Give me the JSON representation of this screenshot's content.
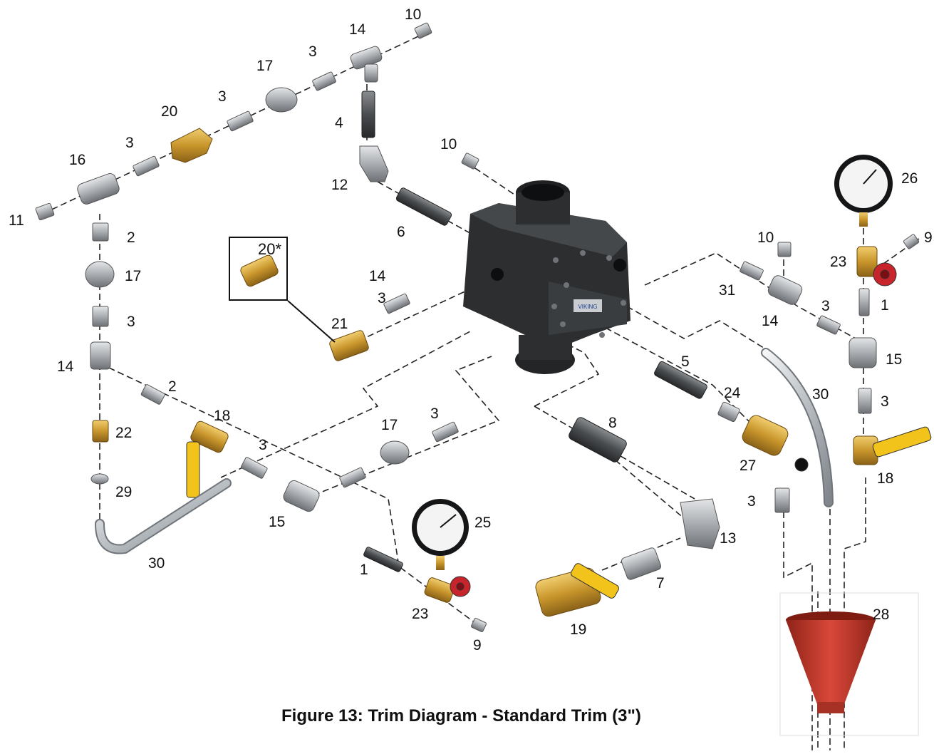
{
  "caption": "Figure 13: Trim Diagram - Standard Trim (3\")",
  "inset_label": "20*",
  "nameplate_text": "VIKING",
  "part_labels": [
    {
      "id": "p10a",
      "text": "10"
    },
    {
      "id": "p14a",
      "text": "14"
    },
    {
      "id": "p3a",
      "text": "3"
    },
    {
      "id": "p17a",
      "text": "17"
    },
    {
      "id": "p3b",
      "text": "3"
    },
    {
      "id": "p20",
      "text": "20"
    },
    {
      "id": "p3c",
      "text": "3"
    },
    {
      "id": "p16",
      "text": "16"
    },
    {
      "id": "p4",
      "text": "4"
    },
    {
      "id": "p10b",
      "text": "10"
    },
    {
      "id": "p12",
      "text": "12"
    },
    {
      "id": "p11",
      "text": "11"
    },
    {
      "id": "p2a",
      "text": "2"
    },
    {
      "id": "p6",
      "text": "6"
    },
    {
      "id": "p17b",
      "text": "17"
    },
    {
      "id": "p14b",
      "text": "14"
    },
    {
      "id": "p3d",
      "text": "3"
    },
    {
      "id": "p3e",
      "text": "3"
    },
    {
      "id": "p21",
      "text": "21"
    },
    {
      "id": "p14c",
      "text": "14"
    },
    {
      "id": "p2b",
      "text": "2"
    },
    {
      "id": "p18a",
      "text": "18"
    },
    {
      "id": "p22",
      "text": "22"
    },
    {
      "id": "p3f",
      "text": "3"
    },
    {
      "id": "p17c",
      "text": "17"
    },
    {
      "id": "p3g",
      "text": "3"
    },
    {
      "id": "p29",
      "text": "29"
    },
    {
      "id": "p15a",
      "text": "15"
    },
    {
      "id": "p30a",
      "text": "30"
    },
    {
      "id": "p1a",
      "text": "1"
    },
    {
      "id": "p25",
      "text": "25"
    },
    {
      "id": "p23a",
      "text": "23"
    },
    {
      "id": "p9a",
      "text": "9"
    },
    {
      "id": "p8",
      "text": "8"
    },
    {
      "id": "p13",
      "text": "13"
    },
    {
      "id": "p7",
      "text": "7"
    },
    {
      "id": "p19",
      "text": "19"
    },
    {
      "id": "p5",
      "text": "5"
    },
    {
      "id": "p24",
      "text": "24"
    },
    {
      "id": "p27",
      "text": "27"
    },
    {
      "id": "p3h",
      "text": "3"
    },
    {
      "id": "p30b",
      "text": "30"
    },
    {
      "id": "p26",
      "text": "26"
    },
    {
      "id": "p9b",
      "text": "9"
    },
    {
      "id": "p23b",
      "text": "23"
    },
    {
      "id": "p1b",
      "text": "1"
    },
    {
      "id": "p10c",
      "text": "10"
    },
    {
      "id": "p31",
      "text": "31"
    },
    {
      "id": "p14d",
      "text": "14"
    },
    {
      "id": "p3i",
      "text": "3"
    },
    {
      "id": "p15b",
      "text": "15"
    },
    {
      "id": "p3j",
      "text": "3"
    },
    {
      "id": "p18b",
      "text": "18"
    },
    {
      "id": "p28",
      "text": "28"
    }
  ],
  "colors": {
    "brass": "#c9962c",
    "steel": "#b8bcbf",
    "black_pipe": "#4a4d50",
    "valve_body": "#2c2e30",
    "handle_yellow": "#f2c31a",
    "handwheel_red": "#c8242b",
    "funnel_red": "#c0392b",
    "line": "#222222"
  }
}
